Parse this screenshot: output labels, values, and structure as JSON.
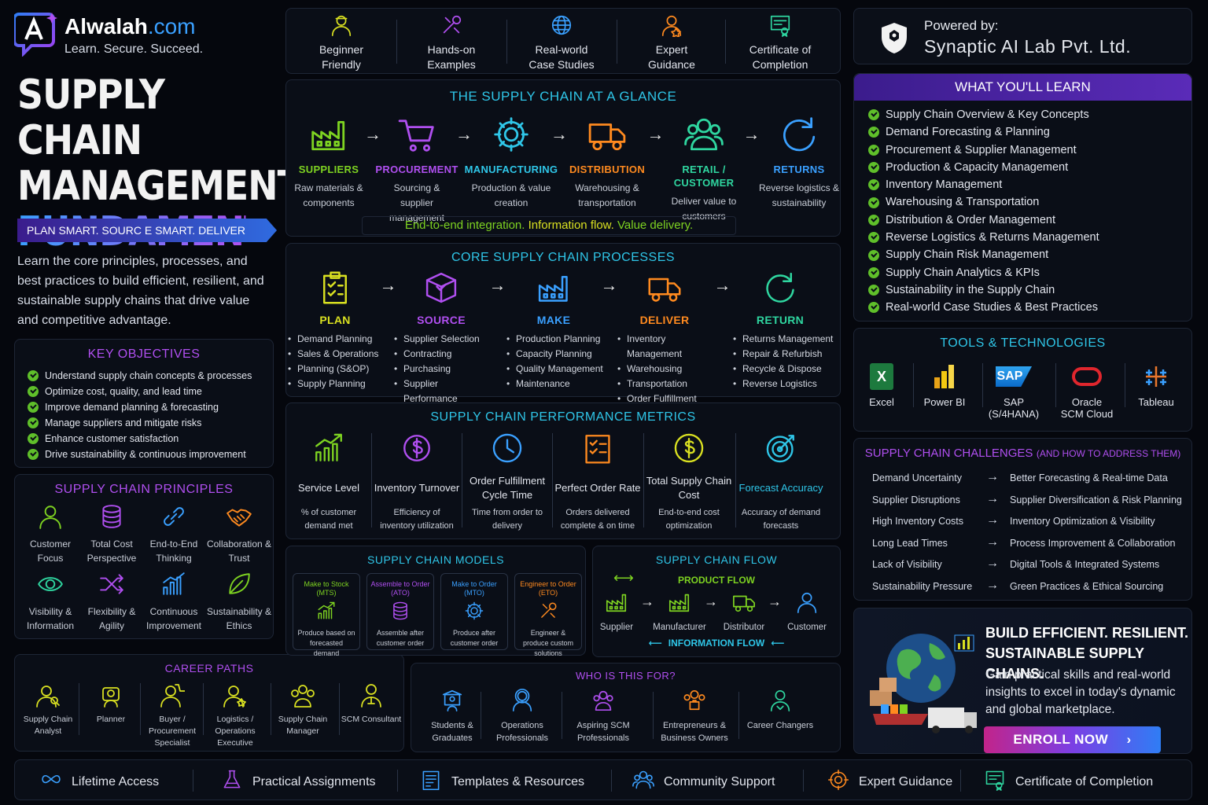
{
  "brand": {
    "name": "Alwalah",
    "tld": ".com",
    "tagline": "Learn. Secure. Succeed."
  },
  "hero": {
    "line1": "SUPPLY CHAIN",
    "line2": "MANAGEMENT",
    "line3": "FUNDAMENTALS",
    "banner": "PLAN SMART. SOURC E SMART. DELIVER VALUE.",
    "description": "Learn the core principles, processes, and best practices to build efficient, resilient, and sustainable supply chains that drive value and competitive advantage."
  },
  "features": [
    {
      "label": "Beginner Friendly",
      "icon": "user-check-icon"
    },
    {
      "label": "Hands-on Examples",
      "icon": "tools-icon"
    },
    {
      "label": "Real-world Case Studies",
      "icon": "globe-icon"
    },
    {
      "label": "Expert Guidance",
      "icon": "expert-icon"
    },
    {
      "label": "Certificate of Completion",
      "icon": "certificate-icon"
    }
  ],
  "powered": {
    "label": "Powered by:",
    "company": "Synaptic AI Lab Pvt. Ltd."
  },
  "glance": {
    "title": "THE SUPPLY CHAIN AT A GLANCE",
    "stages": [
      {
        "name": "SUPPLIERS",
        "desc": "Raw materials & components",
        "color": "#7ed321"
      },
      {
        "name": "PROCUREMENT",
        "desc": "Sourcing & supplier management",
        "color": "#b04ff0"
      },
      {
        "name": "MANUFACTURING",
        "desc": "Production & value creation",
        "color": "#2fc6e8"
      },
      {
        "name": "DISTRIBUTION",
        "desc": "Warehousing & transportation",
        "color": "#ff8a1f"
      },
      {
        "name": "RETAIL / CUSTOMER",
        "desc": "Deliver value to customers",
        "color": "#2fd6a0"
      },
      {
        "name": "RETURNS",
        "desc": "Reverse logistics & sustainability",
        "color": "#3aa0ff"
      }
    ],
    "footer": {
      "a": "End-to-end integration.",
      "b": "Information flow.",
      "c": "Value delivery."
    }
  },
  "processes": {
    "title": "CORE SUPPLY CHAIN PROCESSES",
    "items": [
      {
        "name": "PLAN",
        "color": "#d9e021",
        "bullets": [
          "Demand Planning",
          "Sales & Operations",
          "Planning (S&OP)",
          "Supply Planning"
        ]
      },
      {
        "name": "SOURCE",
        "color": "#b04ff0",
        "bullets": [
          "Supplier Selection",
          "Contracting",
          "Purchasing",
          "Supplier Performance"
        ]
      },
      {
        "name": "MAKE",
        "color": "#3aa0ff",
        "bullets": [
          "Production Planning",
          "Capacity Planning",
          "Quality Management",
          "Maintenance"
        ]
      },
      {
        "name": "DELIVER",
        "color": "#ff8a1f",
        "bullets": [
          "Inventory Management",
          "Warehousing",
          "Transportation",
          "Order Fulfillment"
        ]
      },
      {
        "name": "RETURN",
        "color": "#2fd6a0",
        "bullets": [
          "Returns Management",
          "Repair & Refurbish",
          "Recycle & Dispose",
          "Reverse Logistics"
        ]
      }
    ]
  },
  "metrics": {
    "title": "SUPPLY CHAIN PERFORMANCE METRICS",
    "items": [
      {
        "name": "Service Level",
        "desc": "% of customer demand met",
        "color": "#7ed321"
      },
      {
        "name": "Inventory Turnover",
        "desc": "Efficiency of inventory utilization",
        "color": "#b04ff0"
      },
      {
        "name": "Order Fulfillment Cycle Time",
        "desc": "Time from order to delivery",
        "color": "#3aa0ff"
      },
      {
        "name": "Perfect Order Rate",
        "desc": "Orders delivered complete & on time",
        "color": "#ff8a1f"
      },
      {
        "name": "Total Supply Chain Cost",
        "desc": "End-to-end cost optimization",
        "color": "#d9e021"
      },
      {
        "name": "Forecast Accuracy",
        "desc": "Accuracy of demand forecasts",
        "color": "#2fc6e8"
      }
    ]
  },
  "models": {
    "title": "SUPPLY CHAIN MODELS",
    "items": [
      {
        "name": "Make to Stock",
        "abbr": "(MTS)",
        "desc": "Produce based on forecasted demand",
        "color": "#7ed321"
      },
      {
        "name": "Assemble to Order",
        "abbr": "(ATO)",
        "desc": "Assemble after customer order",
        "color": "#b04ff0"
      },
      {
        "name": "Make to Order",
        "abbr": "(MTO)",
        "desc": "Produce after customer order",
        "color": "#3aa0ff"
      },
      {
        "name": "Engineer to Order",
        "abbr": "(ETO)",
        "desc": "Engineer & produce custom solutions",
        "color": "#ff8a1f"
      }
    ]
  },
  "flow": {
    "title": "SUPPLY CHAIN FLOW",
    "product": "PRODUCT FLOW",
    "information": "INFORMATION FLOW",
    "nodes": [
      "Supplier",
      "Manufacturer",
      "Distributor",
      "Customer"
    ]
  },
  "objectives": {
    "title": "KEY OBJECTIVES",
    "items": [
      "Understand supply chain concepts & processes",
      "Optimize cost, quality, and lead time",
      "Improve demand planning & forecasting",
      "Manage suppliers and mitigate risks",
      "Enhance customer satisfaction",
      "Drive sustainability & continuous improvement"
    ]
  },
  "principles": {
    "title": "SUPPLY CHAIN PRINCIPLES",
    "items": [
      {
        "name": "Customer Focus",
        "color": "#7ed321"
      },
      {
        "name": "Total Cost Perspective",
        "color": "#b04ff0"
      },
      {
        "name": "End-to-End Thinking",
        "color": "#3aa0ff"
      },
      {
        "name": "Collaboration & Trust",
        "color": "#ff8a1f"
      },
      {
        "name": "Visibility & Information",
        "color": "#2fd6a0"
      },
      {
        "name": "Flexibility & Agility",
        "color": "#b04ff0"
      },
      {
        "name": "Continuous Improvement",
        "color": "#3aa0ff"
      },
      {
        "name": "Sustainability & Ethics",
        "color": "#7ed321"
      }
    ]
  },
  "careers": {
    "title": "CAREER PATHS",
    "items": [
      {
        "name": "Supply Chain Analyst",
        "color": "#d9e021"
      },
      {
        "name": "Planner",
        "color": "#d9e021"
      },
      {
        "name": "Buyer / Procurement Specialist",
        "color": "#d9e021"
      },
      {
        "name": "Logistics / Operations Executive",
        "color": "#d9e021"
      },
      {
        "name": "Supply Chain Manager",
        "color": "#d9e021"
      },
      {
        "name": "SCM Consultant",
        "color": "#d9e021"
      }
    ]
  },
  "audience": {
    "title": "WHO IS THIS FOR?",
    "items": [
      {
        "name": "Students & Graduates",
        "color": "#3aa0ff"
      },
      {
        "name": "Operations Professionals",
        "color": "#3aa0ff"
      },
      {
        "name": "Aspiring SCM Professionals",
        "color": "#b04ff0"
      },
      {
        "name": "Entrepreneurs & Business Owners",
        "color": "#ff8a1f"
      },
      {
        "name": "Career Changers",
        "color": "#2fd6a0"
      }
    ]
  },
  "learn": {
    "title": "WHAT YOU'LL LEARN",
    "items": [
      "Supply Chain Overview & Key Concepts",
      "Demand Forecasting & Planning",
      "Procurement & Supplier Management",
      "Production & Capacity Management",
      "Inventory Management",
      "Warehousing & Transportation",
      "Distribution & Order Management",
      "Reverse Logistics & Returns Management",
      "Supply Chain Risk Management",
      "Supply Chain Analytics & KPIs",
      "Sustainability in the Supply Chain",
      "Real-world Case Studies & Best Practices"
    ]
  },
  "tools": {
    "title": "TOOLS & TECHNOLOGIES",
    "items": [
      {
        "name": "Excel",
        "sub": ""
      },
      {
        "name": "Power BI",
        "sub": ""
      },
      {
        "name": "SAP",
        "sub": "(S/4HANA)"
      },
      {
        "name": "Oracle",
        "sub": "SCM Cloud"
      },
      {
        "name": "Tableau",
        "sub": ""
      }
    ],
    "sap_logo": "SAP",
    "excel_logo": "X"
  },
  "challenges": {
    "title": "SUPPLY CHAIN CHALLENGES",
    "subtitle": "(AND HOW TO ADDRESS THEM)",
    "rows": [
      {
        "problem": "Demand Uncertainty",
        "solution": "Better Forecasting & Real-time Data"
      },
      {
        "problem": "Supplier Disruptions",
        "solution": "Supplier Diversification & Risk Planning"
      },
      {
        "problem": "High Inventory Costs",
        "solution": "Inventory Optimization & Visibility"
      },
      {
        "problem": "Long Lead Times",
        "solution": "Process Improvement & Collaboration"
      },
      {
        "problem": "Lack of Visibility",
        "solution": "Digital Tools & Integrated Systems"
      },
      {
        "problem": "Sustainability Pressure",
        "solution": "Green Practices & Ethical Sourcing"
      }
    ]
  },
  "cta": {
    "headline1": "BUILD EFFICIENT. RESILIENT.",
    "headline2": "SUSTAINABLE SUPPLY CHAINS.",
    "body": "Gain practical skills and real-world insights to excel in today's dynamic and global marketplace.",
    "button": "ENROLL NOW"
  },
  "bottom": [
    {
      "label": "Lifetime Access",
      "color": "#3aa0ff"
    },
    {
      "label": "Practical Assignments",
      "color": "#b04ff0"
    },
    {
      "label": "Templates & Resources",
      "color": "#3aa0ff"
    },
    {
      "label": "Community Support",
      "color": "#3aa0ff"
    },
    {
      "label": "Expert Guidance",
      "color": "#ff8a1f"
    },
    {
      "label": "Certificate of Completion",
      "color": "#2fd6a0"
    }
  ],
  "colors": {
    "accent_purple": "#7b3fe4",
    "accent_blue": "#2f7df5",
    "cyan": "#2fc6e8",
    "green": "#7ed321",
    "orange": "#ff8a1f"
  }
}
